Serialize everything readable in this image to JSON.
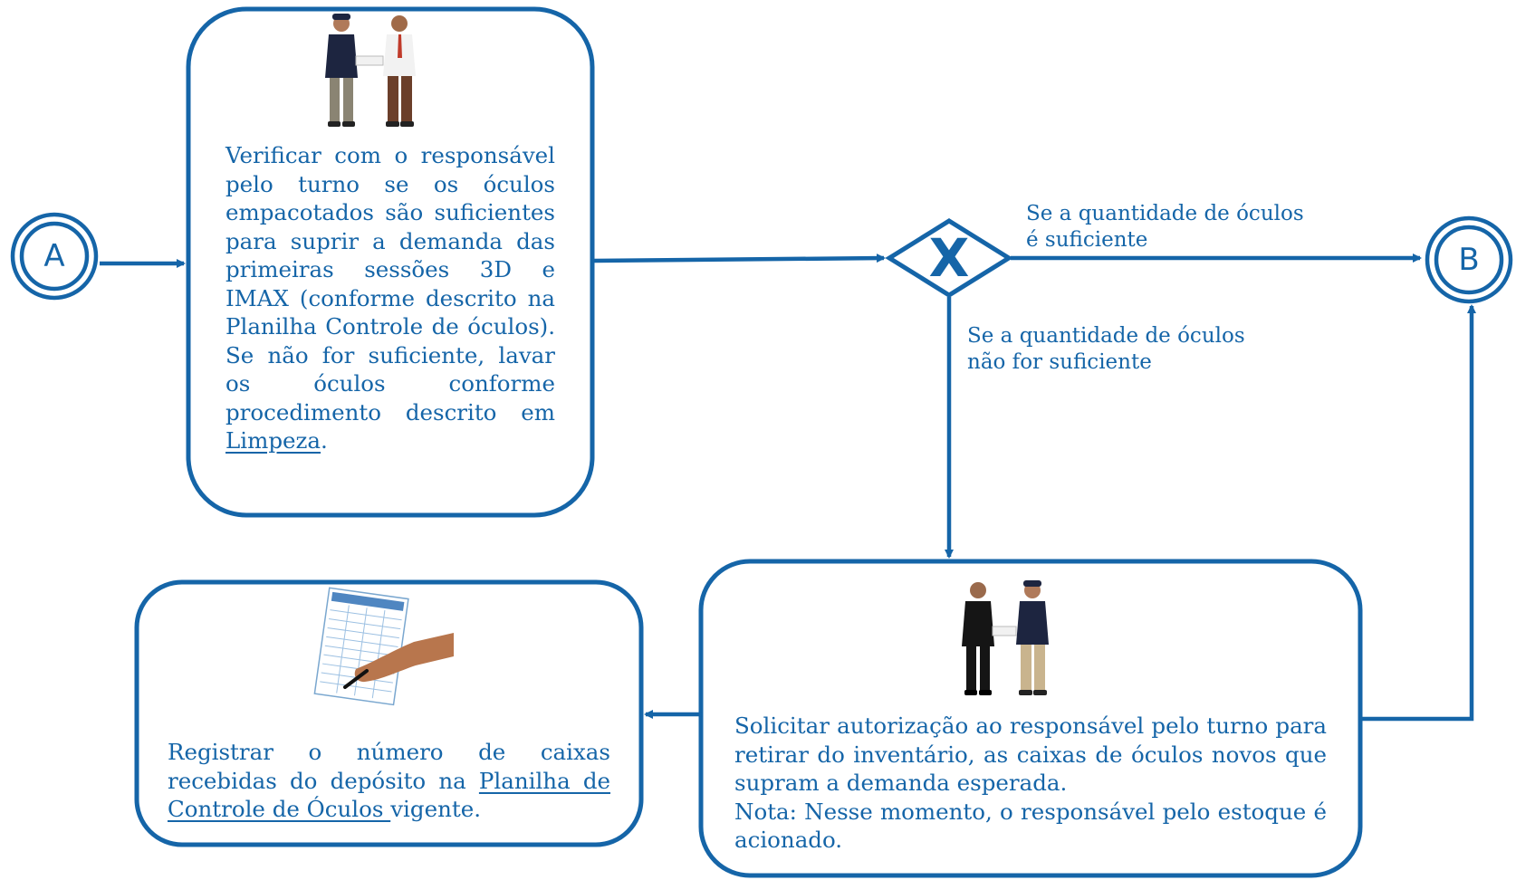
{
  "colors": {
    "primary": "#1565a8",
    "background": "#ffffff"
  },
  "events": {
    "start": "A",
    "end": "B"
  },
  "gateway": {
    "symbol": "X",
    "yes_label_line1": "Se a quantidade de óculos",
    "yes_label_line2": "é suficiente",
    "no_label_line1": "Se a quantidade de óculos",
    "no_label_line2": "não for suficiente"
  },
  "tasks": {
    "verify": {
      "text_before_link": "Verificar com o responsável pelo turno se os óculos empacotados são suficientes para suprir a demanda das primeiras sessões 3D e IMAX (conforme descrito na Planilha Controle de óculos). Se não for suficiente, lavar os óculos conforme procedimento descrito em ",
      "link": "Limpeza",
      "text_after_link": ".",
      "icon": "two-people-exchanging-document"
    },
    "authorize": {
      "text": "Solicitar autorização ao responsável pelo turno para retirar do inventário, as caixas de óculos novos que supram a demanda esperada.",
      "note": "Nota: Nesse momento, o responsável pelo estoque é acionado.",
      "icon": "two-people-exchanging-document"
    },
    "register": {
      "text_before_link": "Registrar o número de caixas recebidas do depósito na ",
      "link": "Planilha de Controle de Óculos ",
      "text_after_link": "vigente.",
      "icon": "hand-writing-on-spreadsheet"
    }
  }
}
